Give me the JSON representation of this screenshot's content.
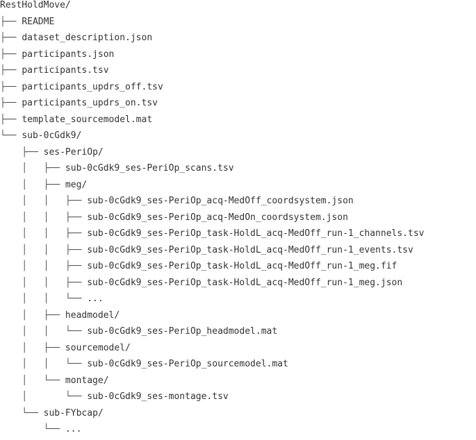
{
  "tree": {
    "rows": [
      {
        "guides": "",
        "label": "RestHoldMove/"
      },
      {
        "guides": "├── ",
        "label": "README"
      },
      {
        "guides": "├── ",
        "label": "dataset_description.json"
      },
      {
        "guides": "├── ",
        "label": "participants.json"
      },
      {
        "guides": "├── ",
        "label": "participants.tsv"
      },
      {
        "guides": "├── ",
        "label": "participants_updrs_off.tsv"
      },
      {
        "guides": "├── ",
        "label": "participants_updrs_on.tsv"
      },
      {
        "guides": "├── ",
        "label": "template_sourcemodel.mat"
      },
      {
        "guides": "└── ",
        "label": "sub-0cGdk9/"
      },
      {
        "guides": "    ├── ",
        "label": "ses-PeriOp/"
      },
      {
        "guides": "    │   ├── ",
        "label": "sub-0cGdk9_ses-PeriOp_scans.tsv"
      },
      {
        "guides": "    │   ├── ",
        "label": "meg/"
      },
      {
        "guides": "    │   │   ├── ",
        "label": "sub-0cGdk9_ses-PeriOp_acq-MedOff_coordsystem.json"
      },
      {
        "guides": "    │   │   ├── ",
        "label": "sub-0cGdk9_ses-PeriOp_acq-MedOn_coordsystem.json"
      },
      {
        "guides": "    │   │   ├── ",
        "label": "sub-0cGdk9_ses-PeriOp_task-HoldL_acq-MedOff_run-1_channels.tsv"
      },
      {
        "guides": "    │   │   ├── ",
        "label": "sub-0cGdk9_ses-PeriOp_task-HoldL_acq-MedOff_run-1_events.tsv"
      },
      {
        "guides": "    │   │   ├── ",
        "label": "sub-0cGdk9_ses-PeriOp_task-HoldL_acq-MedOff_run-1_meg.fif"
      },
      {
        "guides": "    │   │   ├── ",
        "label": "sub-0cGdk9_ses-PeriOp_task-HoldL_acq-MedOff_run-1_meg.json"
      },
      {
        "guides": "    │   │   └── ",
        "label": "..."
      },
      {
        "guides": "    │   ├── ",
        "label": "headmodel/"
      },
      {
        "guides": "    │   │   └── ",
        "label": "sub-0cGdk9_ses-PeriOp_headmodel.mat"
      },
      {
        "guides": "    │   ├── ",
        "label": "sourcemodel/"
      },
      {
        "guides": "    │   │   └── ",
        "label": "sub-0cGdk9_ses-PeriOp_sourcemodel.mat"
      },
      {
        "guides": "    │   └── ",
        "label": "montage/"
      },
      {
        "guides": "    │       └── ",
        "label": "sub-0cGdk9_ses-montage.tsv"
      },
      {
        "guides": "    └── ",
        "label": "sub-FYbcap/"
      },
      {
        "guides": "        └── ",
        "label": "..."
      }
    ]
  }
}
